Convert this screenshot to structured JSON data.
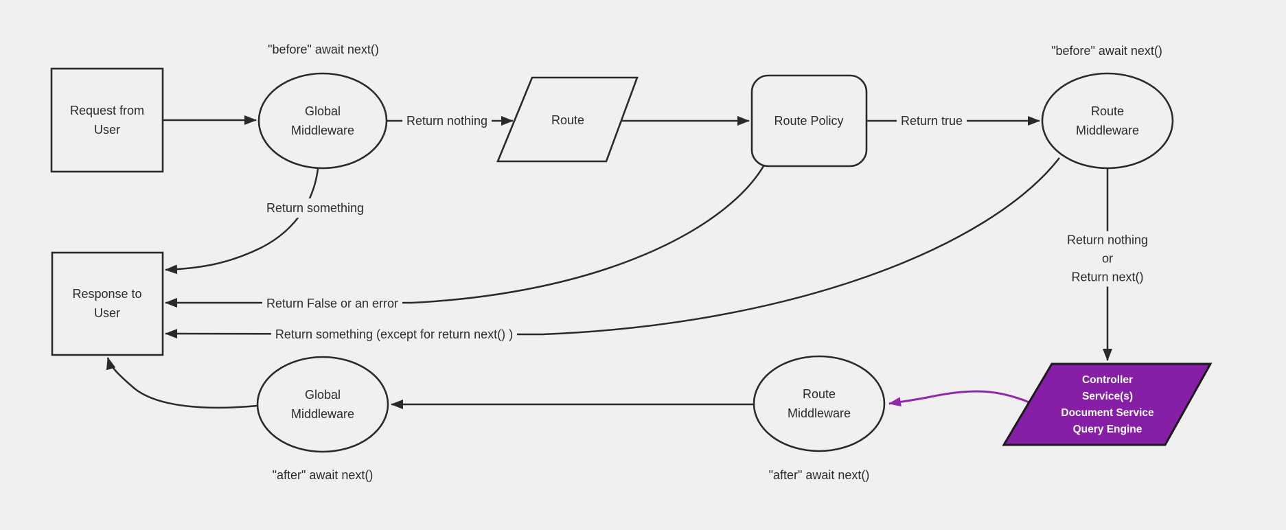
{
  "diagram": {
    "title": "Middleware request/response flowchart",
    "nodes": {
      "request": {
        "label": "Request from\nUser",
        "shape": "rectangle"
      },
      "global_middleware_top": {
        "label": "Global\nMiddleware",
        "shape": "ellipse"
      },
      "route": {
        "label": "Route",
        "shape": "parallelogram"
      },
      "route_policy": {
        "label": "Route Policy",
        "shape": "rounded-rectangle"
      },
      "route_middleware_top": {
        "label": "Route\nMiddleware",
        "shape": "ellipse"
      },
      "response": {
        "label": "Response to\nUser",
        "shape": "rectangle"
      },
      "controller_services": {
        "label": "Controller\nService(s)\nDocument Service\nQuery Engine",
        "shape": "parallelogram"
      },
      "route_middleware_bottom": {
        "label": "Route\nMiddleware",
        "shape": "ellipse"
      },
      "global_middleware_bottom": {
        "label": "Global\nMiddleware",
        "shape": "ellipse"
      }
    },
    "edge_labels": {
      "before_await_top_left": "\"before\" await next()",
      "before_await_top_right": "\"before\" await next()",
      "return_nothing": "Return nothing",
      "return_true": "Return true",
      "return_something": "Return something",
      "return_false_or_error": "Return False or an error",
      "return_something_except": "Return something (except for return next() )",
      "return_nothing_or_next": "Return nothing\nor\nReturn next()",
      "after_await_bottom_left": "\"after\" await next()",
      "after_await_bottom_right": "\"after\" await next()"
    },
    "colors": {
      "background": "#f0f0f0",
      "node_fill": "#f0f0f0",
      "stroke": "#2a2a2a",
      "text": "#2b2b2b",
      "purple_fill": "#871fa6",
      "purple_stroke": "#9127ad",
      "purple_text": "#ffffff"
    }
  }
}
